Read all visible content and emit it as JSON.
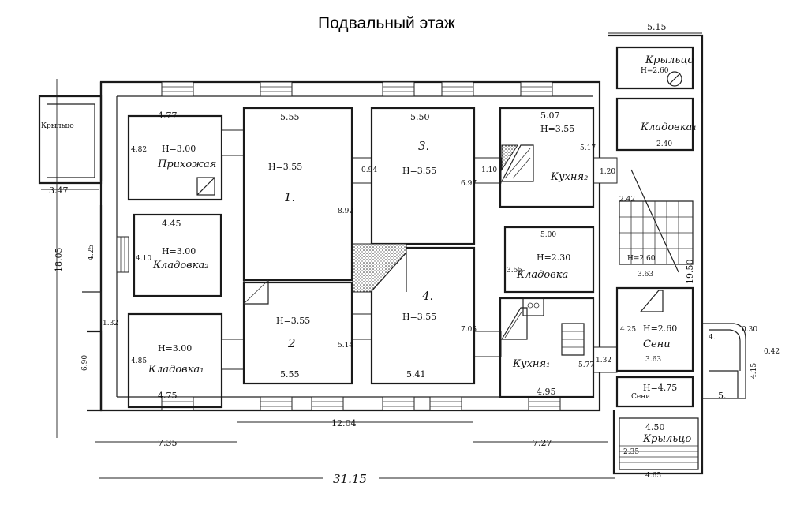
{
  "title": "Подвальный этаж",
  "overall": {
    "width": "31.15",
    "inner_width": "12.04",
    "left_height": "18.05",
    "right_height": "19.50"
  },
  "rooms": [
    {
      "id": "prihozhaya",
      "name": "Прихожая",
      "height_mark": "H=3.00",
      "w": "4.77",
      "h": "4.82"
    },
    {
      "id": "kladovka2",
      "name": "Кладовка₂",
      "height_mark": "H=3.00",
      "w": "4.45",
      "h": "4.10"
    },
    {
      "id": "kladovka1",
      "name": "Кладовка₁",
      "height_mark": "H=3.00",
      "w": "4.75",
      "h": "4.85"
    },
    {
      "id": "room1",
      "number": "1.",
      "height_mark": "H=3.55",
      "w": "5.55",
      "h": "8.92"
    },
    {
      "id": "room2",
      "number": "2",
      "height_mark": "H=3.55",
      "w": "5.55",
      "h": "5.14"
    },
    {
      "id": "room3",
      "number": "3.",
      "height_mark": "H=3.55",
      "w": "5.50",
      "h": "6.97"
    },
    {
      "id": "room4",
      "number": "4.",
      "height_mark": "H=3.55",
      "w": "5.41",
      "h": "7.05"
    },
    {
      "id": "kuhnya2",
      "name": "Кухня₂",
      "height_mark": "H=3.55",
      "w": "5.07",
      "h": "5.17"
    },
    {
      "id": "kladovka3",
      "name": "Кладовка",
      "height_mark": "H=2.30",
      "w": "5.00",
      "h": "3.55"
    },
    {
      "id": "kuhnya1",
      "name": "Кухня₁",
      "w": "4.95",
      "h": "5.77"
    },
    {
      "id": "kladovka4",
      "name": "Кладовка₄",
      "w": "2.40"
    },
    {
      "id": "senni",
      "name": "Сени",
      "height_mark": "H=2.60",
      "w": "3.63",
      "h": "4.25"
    },
    {
      "id": "senni2",
      "name": "Сени",
      "height_mark": "H=4.75"
    },
    {
      "id": "kryltso_top",
      "name": "Крыльцо",
      "height_mark": "H=2.60",
      "w": "5.15"
    },
    {
      "id": "kryltso_bottom",
      "name": "Крыльцо",
      "w": "4.50",
      "h": "4.65"
    },
    {
      "id": "kryltso_left",
      "name": "Крыльцо"
    },
    {
      "id": "small5",
      "number": "5."
    },
    {
      "id": "zone4",
      "number": "4."
    }
  ],
  "dimensions": {
    "top_left": "3.47",
    "left_small": "1.32",
    "left_430": "4.25",
    "left_690": "6.90",
    "bottom_735": "7.35",
    "bottom_727": "7.27",
    "mid_094": "0.94",
    "mid_110": "1.10",
    "mid_132": "1.32",
    "mid_120": "1.20",
    "stair_242": "2.42",
    "h260": "H=2.60",
    "side_415": "4.15",
    "side_042": "0.42",
    "dim_363": "3.63",
    "dim_235": "2.35",
    "dim_030": "0.30"
  }
}
